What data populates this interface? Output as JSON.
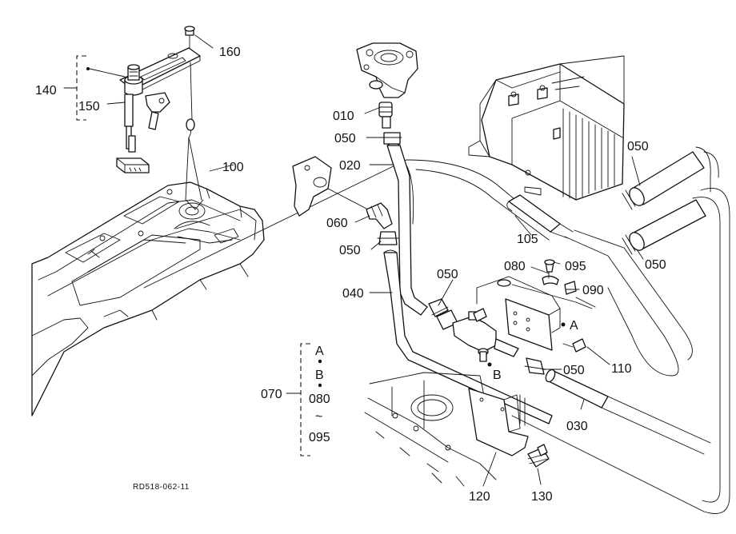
{
  "labels": {
    "p160": "160",
    "p140": "140",
    "p150": "150",
    "p100": "100",
    "p010": "010",
    "p050_a": "050",
    "p020": "020",
    "p060": "060",
    "p050_b": "050",
    "p040": "040",
    "p050_c": "050",
    "p050_d": "050",
    "p050_e": "050",
    "p050_f": "050",
    "p105": "105",
    "p080": "080",
    "p095": "095",
    "p090": "090",
    "marker_a": "A",
    "marker_b": "B",
    "p110": "110",
    "p030": "030",
    "p120": "120",
    "p130": "130"
  },
  "legend": {
    "number": "070",
    "a": "A",
    "b": "B",
    "from": "080",
    "tilde": "~",
    "to": "095"
  },
  "reference": "RD518-062-11"
}
